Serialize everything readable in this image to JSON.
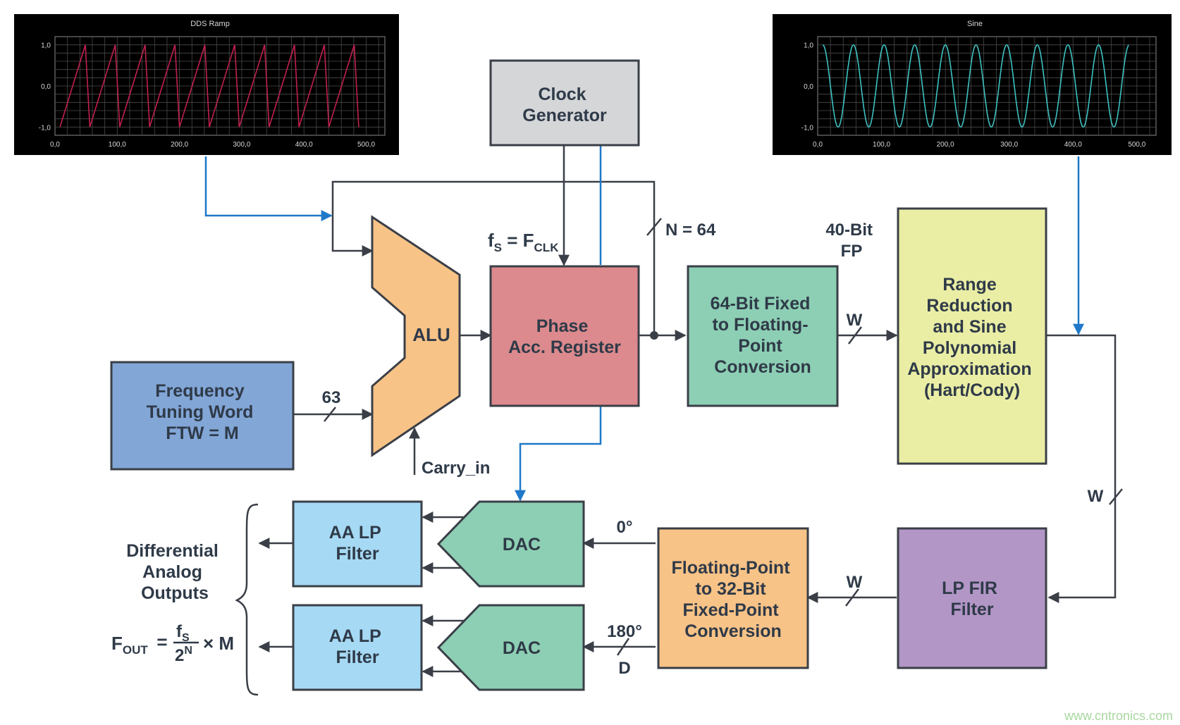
{
  "blocks": {
    "clock": [
      "Clock",
      "Generator"
    ],
    "ftw": [
      "Frequency",
      "Tuning Word",
      "FTW = M"
    ],
    "alu": "ALU",
    "phase": [
      "Phase",
      "Acc. Register"
    ],
    "fixed_to_float": [
      "64-Bit Fixed",
      "to Floating-",
      "Point",
      "Conversion"
    ],
    "range": [
      "Range",
      "Reduction",
      "and Sine",
      "Polynomial",
      "Approximation",
      "(Hart/Cody)"
    ],
    "fir": [
      "LP FIR",
      "Filter"
    ],
    "float_to_fixed": [
      "Floating-Point",
      "to 32-Bit",
      "Fixed-Point",
      "Conversion"
    ],
    "dac_top": "DAC",
    "dac_bottom": "DAC",
    "aa_top": [
      "AA LP",
      "Filter"
    ],
    "aa_bottom": [
      "AA LP",
      "Filter"
    ]
  },
  "labels": {
    "n64": "N = 64",
    "fp40": [
      "40-Bit",
      "FP"
    ],
    "w1": "W",
    "w2": "W",
    "w3": "W",
    "bits63": "63",
    "carry": "Carry_in",
    "deg0": "0°",
    "deg180": "180°",
    "d": "D",
    "fs": {
      "f": "f",
      "s": "S",
      "eq": " = F",
      "clk": "CLK"
    },
    "outputs": [
      "Differential",
      "Analog",
      "Outputs"
    ],
    "fout": {
      "F": "F",
      "out": "OUT",
      "eq": "=",
      "num": "f",
      "num_sub": "S",
      "den": "2",
      "den_sup": "N",
      "times": "× M"
    }
  },
  "watermark": "www.cntronics.com",
  "colors": {
    "clock": "#d4d6d8",
    "ftw": "#82a6d6",
    "alu": "#f8c387",
    "phase": "#dc8a8d",
    "fixed_to_float": "#8dcfb4",
    "range": "#eaeea5",
    "fir": "#b296c6",
    "float_to_fixed": "#f8c387",
    "dac": "#8dcfb4",
    "aa": "#a6d9f4",
    "line": "#3a3f47",
    "blue_line": "#1f78c8",
    "ramp": "#c0204e",
    "sine": "#3fc0c0"
  },
  "chart_data": [
    {
      "type": "line",
      "title": "DDS Ramp",
      "waveform": "sawtooth",
      "periods": 10,
      "xlim": [
        0,
        530
      ],
      "ylim": [
        -1.2,
        1.2
      ],
      "x_ticks": [
        "0,0",
        "100,0",
        "200,0",
        "300,0",
        "400,0",
        "500,0"
      ],
      "y_ticks": [
        "1,0",
        "0,0",
        "-1,0"
      ],
      "grid": true
    },
    {
      "type": "line",
      "title": "Sine",
      "waveform": "sine",
      "periods": 10,
      "xlim": [
        0,
        530
      ],
      "ylim": [
        -1.2,
        1.2
      ],
      "x_ticks": [
        "0,0",
        "100,0",
        "200,0",
        "300,0",
        "400,0",
        "500,0"
      ],
      "y_ticks": [
        "1,0",
        "0,0",
        "-1,0"
      ],
      "grid": true
    }
  ]
}
